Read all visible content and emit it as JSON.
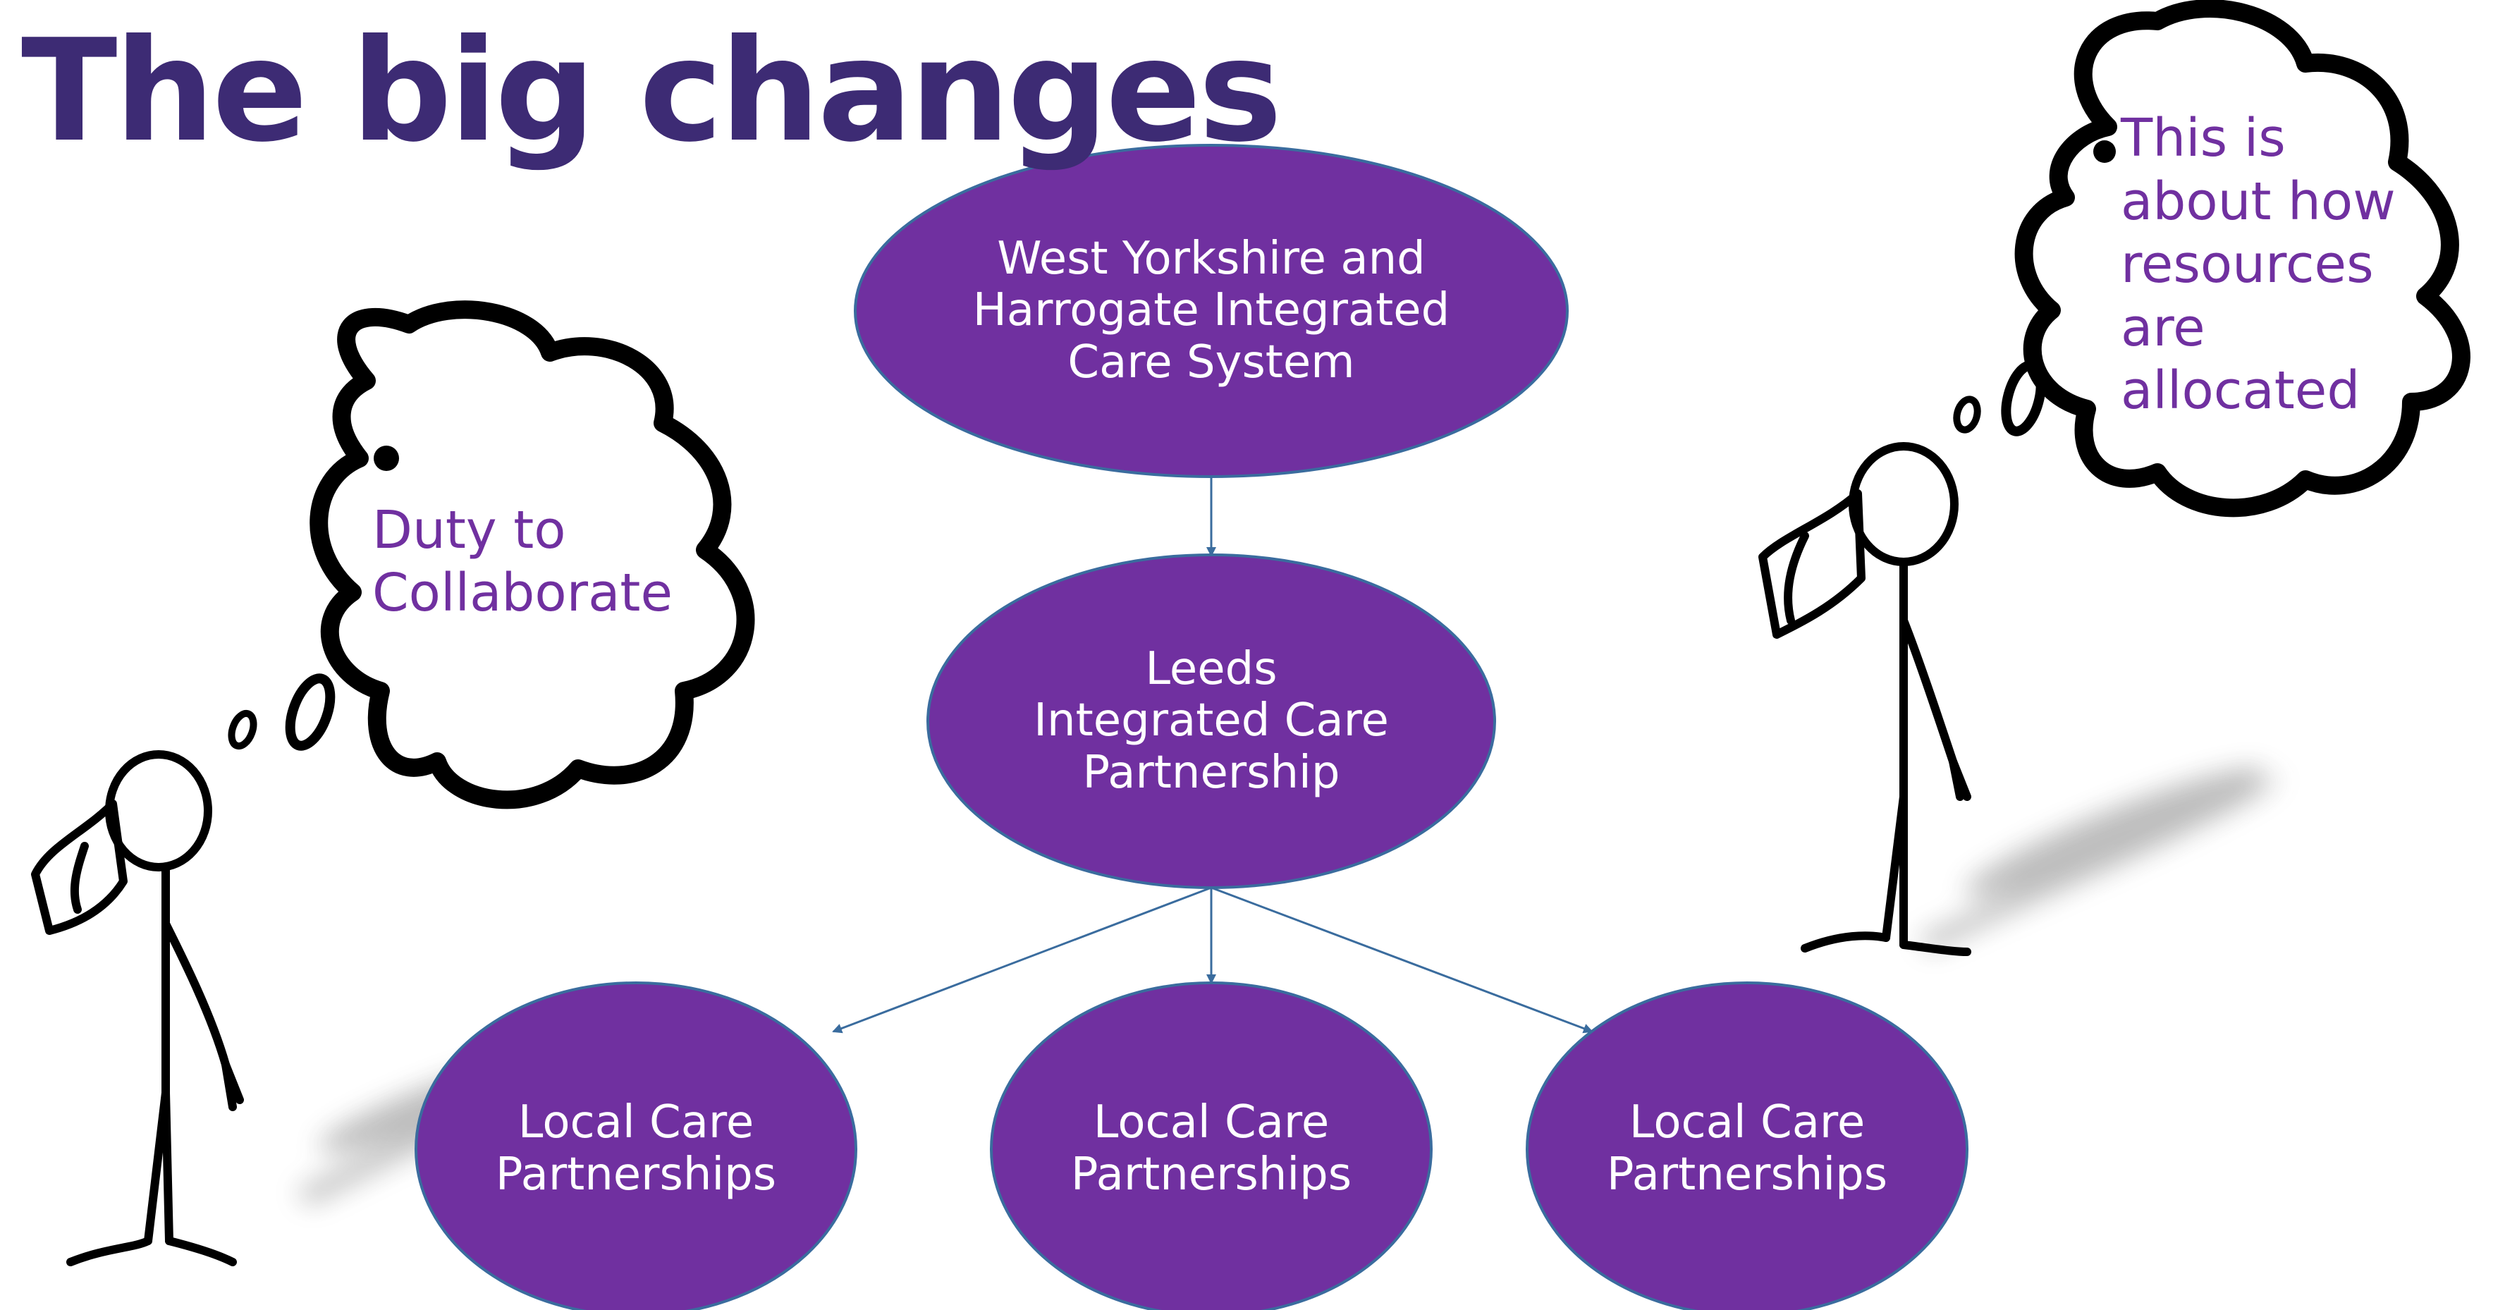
{
  "title": "The big changes",
  "colors": {
    "title": "#3d2b74",
    "node_fill": "#7030a0",
    "node_stroke": "#3a6c9e",
    "node_text": "#ffffff",
    "arrow": "#3a6c9e",
    "thought_text": "#7030a0",
    "sketch": "#000000"
  },
  "diagram": {
    "top_node": {
      "label": "West Yorkshire and\nHarrogate Integrated\nCare System"
    },
    "middle_node": {
      "label": "Leeds\nIntegrated Care\nPartnership"
    },
    "bottom_nodes": [
      {
        "label": "Local Care\nPartnerships"
      },
      {
        "label": "Local Care\nPartnerships"
      },
      {
        "label": "Local Care\nPartnerships"
      }
    ]
  },
  "thoughts": {
    "left": {
      "text": "Duty to\nCollaborate"
    },
    "right": {
      "text": "This is\nabout how\nresources\nare\nallocated"
    }
  }
}
